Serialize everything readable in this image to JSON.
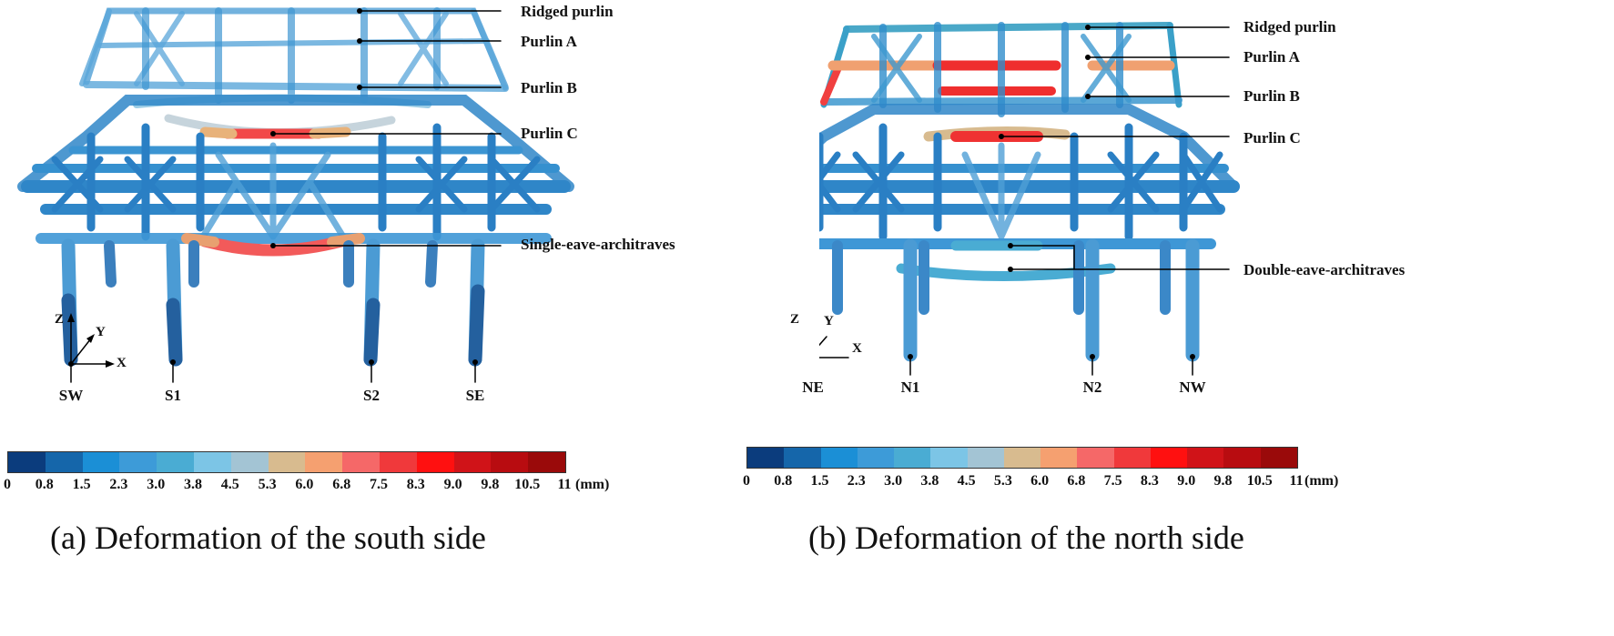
{
  "panel_a": {
    "caption": "(a) Deformation of the south side",
    "callouts": [
      "Ridged purlin",
      "Purlin A",
      "Purlin B",
      "Purlin C",
      "Single-eave-architraves"
    ],
    "supports": [
      "SW",
      "S1",
      "S2",
      "SE"
    ],
    "axes": {
      "z": "Z",
      "y": "Y",
      "x": "X"
    }
  },
  "panel_b": {
    "caption": "(b) Deformation of the north side",
    "callouts": [
      "Ridged purlin",
      "Purlin A",
      "Purlin B",
      "Purlin C",
      "Double-eave-architraves"
    ],
    "supports": [
      "NE",
      "N1",
      "N2",
      "NW"
    ],
    "axes": {
      "z": "Z",
      "y": "Y",
      "x": "X"
    }
  },
  "legend": {
    "ticks": [
      "0",
      "0.8",
      "1.5",
      "2.3",
      "3.0",
      "3.8",
      "4.5",
      "5.3",
      "6.0",
      "6.8",
      "7.5",
      "8.3",
      "9.0",
      "9.8",
      "10.5",
      "11"
    ],
    "unit": "(mm)",
    "colors": [
      "#0b3c7d",
      "#1566aa",
      "#1b8fd6",
      "#3d9bd8",
      "#4aacd3",
      "#7cc5e6",
      "#a3c4d4",
      "#d8bb8f",
      "#f5a070",
      "#f56868",
      "#f0393b",
      "#ff1010",
      "#d01318",
      "#b80c10",
      "#9a0a0a"
    ]
  }
}
